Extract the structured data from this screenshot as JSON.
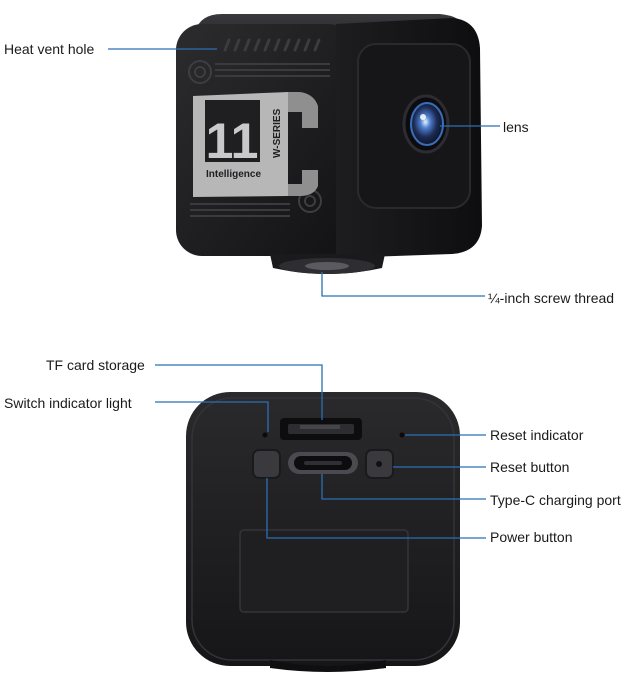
{
  "labels": {
    "heat_vent_hole": "Heat vent hole",
    "lens": "lens",
    "screw_thread": "¼-inch screw thread",
    "tf_card_storage": "TF card storage",
    "switch_indicator_light": "Switch indicator light",
    "reset_indicator": "Reset indicator",
    "reset_button": "Reset button",
    "typec_charging_port": "Type-C charging port",
    "power_button": "Power button"
  },
  "badge": {
    "number": "11",
    "series": "W-SERIES",
    "brand": "Intelligence"
  },
  "colors": {
    "body": "#1b1b1d",
    "body_edge": "#0c0c0d",
    "leader_line": "#2a6fb3",
    "badge_plate": "#b9b9b9",
    "lens_ring": "#3a6fb8"
  }
}
